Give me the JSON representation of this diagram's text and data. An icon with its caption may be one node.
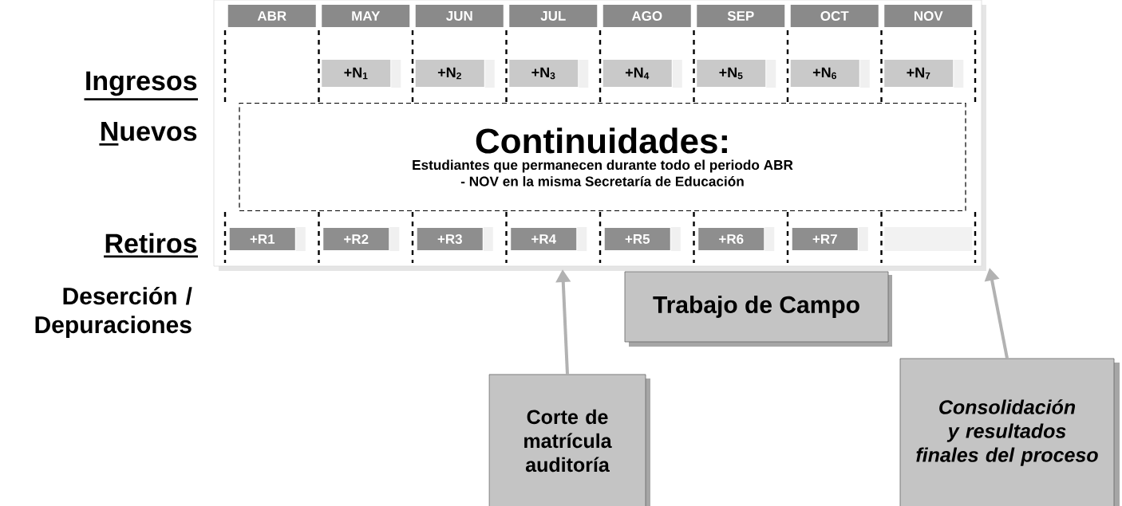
{
  "diagram": {
    "nodes": [
      {
        "text": [
          "ABR"
        ]
      },
      {
        "text": [
          "MAY"
        ]
      },
      {
        "text": [
          "JUN"
        ]
      },
      {
        "text": [
          "JUL"
        ]
      },
      {
        "text": [
          "AGO"
        ]
      },
      {
        "text": [
          "SEP"
        ]
      },
      {
        "text": [
          "OCT"
        ]
      },
      {
        "text": [
          "NOV"
        ]
      },
      {
        "text": [
          "+N$_{1}$"
        ]
      },
      {
        "text": [
          "+N$_{2}$"
        ]
      },
      {
        "text": [
          "+N$_{3}$"
        ]
      },
      {
        "text": [
          "+N$_{4}$"
        ]
      },
      {
        "text": [
          "+N$_{5}$"
        ]
      },
      {
        "text": [
          "+N$_{6}$"
        ]
      },
      {
        "text": [
          "+N$_{7}$"
        ]
      },
      {
        "text": [
          "+R1"
        ]
      },
      {
        "text": [
          "+R2"
        ]
      },
      {
        "text": [
          "+R3"
        ]
      },
      {
        "text": [
          "+R4"
        ]
      },
      {
        "text": [
          "+R5"
        ]
      },
      {
        "text": [
          "+R6"
        ]
      },
      {
        "text": [
          "+R7"
        ]
      },
      {
        "text": [],
        "shape": "box"
      },
      {
        "text": [
          "Continuidades:",
          "Estudiantes que permanecen durante todo el periodo ABR - NOV en la misma Secretaría de Educación"
        ]
      },
      {
        "text": [
          "Trabajo de Campo"
        ]
      },
      {
        "text": [
          "Corte de matrícula auditoría"
        ]
      },
      {
        "text": [
          "Consolidación y resultados finales del proceso"
        ]
      }
    ],
    "edges": [
      {
        "from": 25,
        "to": null,
        "arrow": "to"
      },
      {
        "from": 26,
        "to": null,
        "arrow": "to"
      }
    ],
    "labels": [
      "Ingresos",
      "Nuevos",
      "Retiros",
      "Deserción / Depuraciones"
    ]
  }
}
